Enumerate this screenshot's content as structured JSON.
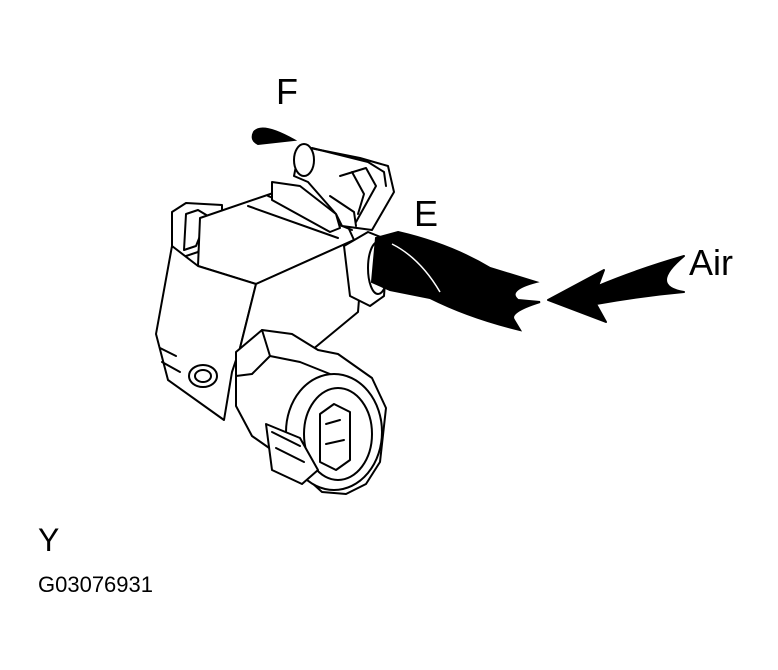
{
  "labels": {
    "port_f": "F",
    "port_e": "E",
    "air": "Air",
    "view": "Y",
    "figure_code": "G03076931"
  },
  "colors": {
    "ink": "#000000",
    "paper": "#ffffff"
  }
}
